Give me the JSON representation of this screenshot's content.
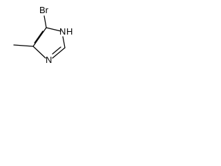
{
  "molecule": {
    "atoms": {
      "bromine": "Br",
      "nh_n": "N",
      "nh_h": "H",
      "imine_n": "N"
    }
  }
}
